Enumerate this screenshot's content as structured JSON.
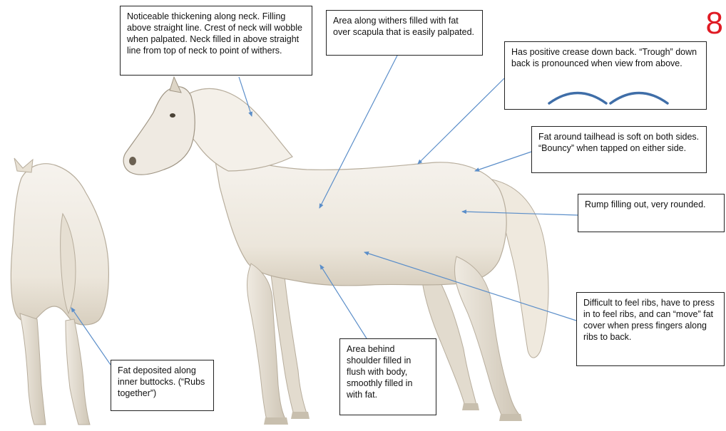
{
  "page_number": "8",
  "callouts": {
    "neck": "Noticeable thickening along neck. Filling above straight line.  Crest of neck will wobble when palpated. Neck filled in above straight line from top of neck to point of withers.",
    "withers": "Area along withers filled with fat over scapula that is easily palpated.",
    "back": "Has positive crease down back. “Trough” down back is pronounced when view from above.",
    "tailhead": "Fat around tailhead is soft on both sides. “Bouncy” when tapped on either side.",
    "rump": "Rump filling out, very rounded.",
    "ribs": "Difficult to feel ribs, have to press in to feel ribs, and can “move” fat cover when press fingers along ribs to back.",
    "shoulder": "Area behind shoulder filled in flush with body, smoothly filled in with fat.",
    "buttocks": "Fat deposited along inner buttocks. (“Rubs together”)"
  },
  "colors": {
    "arrow": "#5b8ec9",
    "trough_icon": "#3f6ea8",
    "page_number": "#e01b24",
    "horse_fill": "#f2efe9",
    "horse_shade": "#d9d2c4",
    "horse_outline": "#b7ad9c"
  },
  "icons": {
    "trough": "double-arc-icon"
  }
}
